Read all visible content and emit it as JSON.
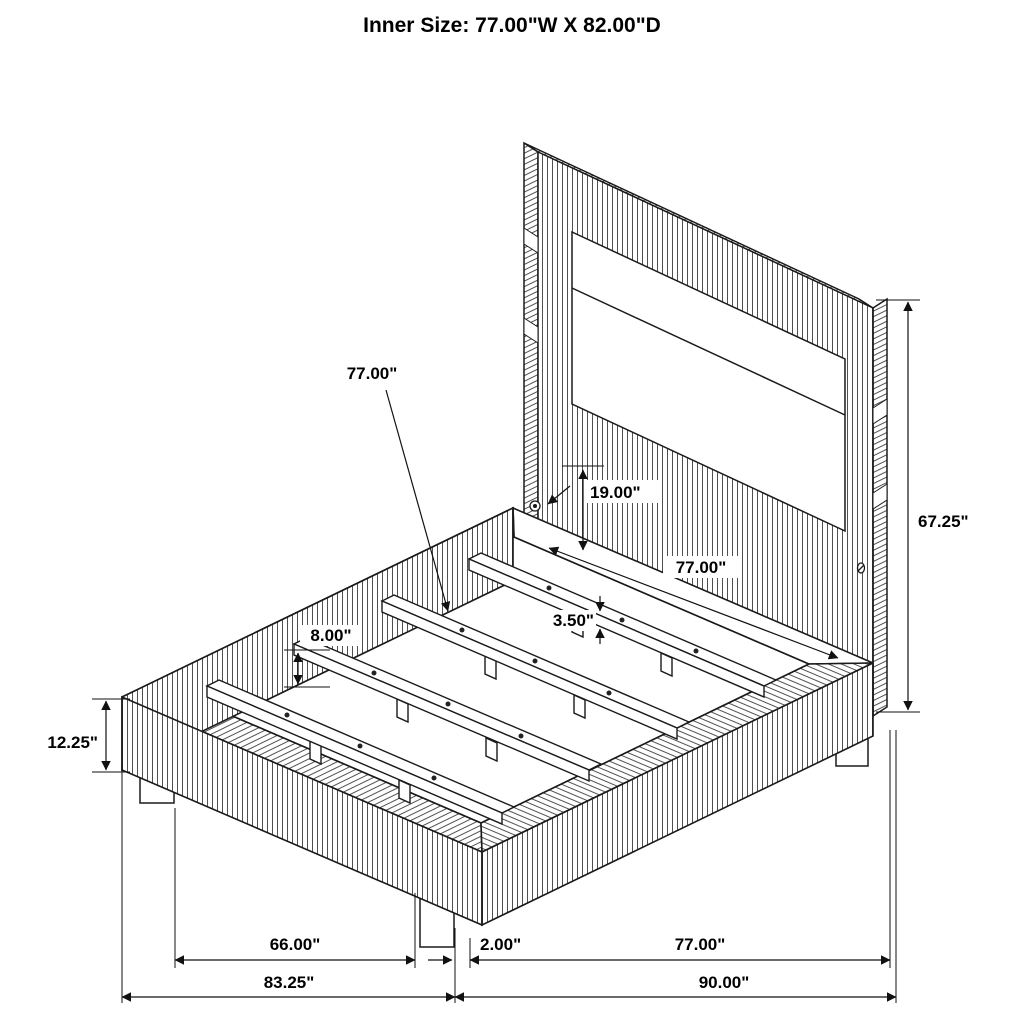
{
  "title": "Inner Size: 77.00\"W X 82.00\"D",
  "dimensions": {
    "slat_length": "77.00\"",
    "deck_to_panel": "19.00\"",
    "inner_width": "77.00\"",
    "slat_thickness": "3.50\"",
    "slat_spacing": "8.00\"",
    "base_height": "12.25\"",
    "headboard_height": "67.25\"",
    "inner_length": "66.00\"",
    "base_length": "83.25\"",
    "leg_inset": "2.00\"",
    "mattress_width": "77.00\"",
    "overall_width": "90.00\""
  },
  "colors": {
    "line": "#1a1a1a",
    "hatch": "#3d3d3d",
    "background": "#ffffff"
  }
}
